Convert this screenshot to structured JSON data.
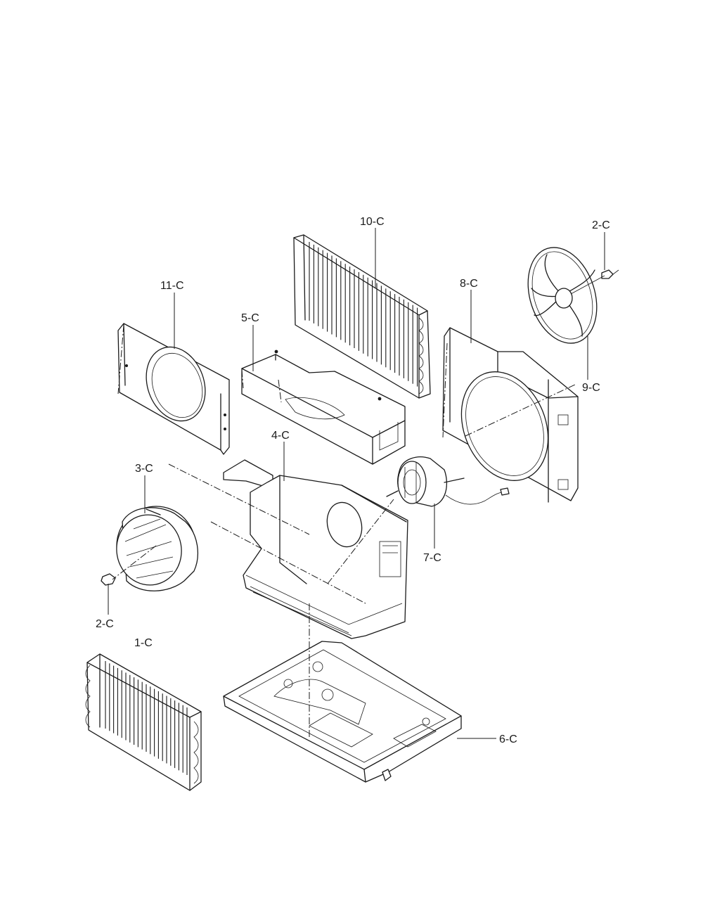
{
  "labels": {
    "part_1": "1-C",
    "part_2_top": "2-C",
    "part_2_left": "2-C",
    "part_3": "3-C",
    "part_4": "4-C",
    "part_5": "5-C",
    "part_6": "6-C",
    "part_7": "7-C",
    "part_8": "8-C",
    "part_9": "9-C",
    "part_10": "10-C",
    "part_11": "11-C"
  }
}
